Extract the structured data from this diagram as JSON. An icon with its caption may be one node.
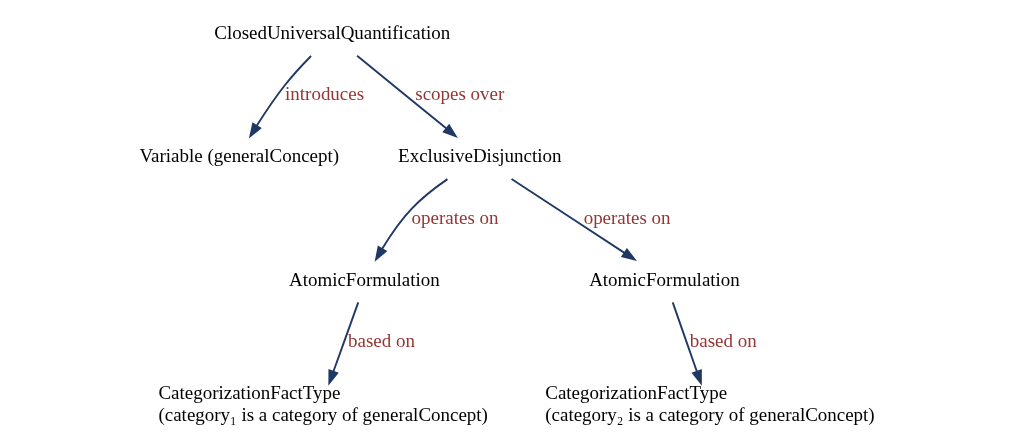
{
  "diagram": {
    "nodes": [
      {
        "text": [
          "ClosedUniversalQuantification"
        ]
      },
      {
        "text": [
          "Variable (generalConcept)"
        ]
      },
      {
        "text": [
          "ExclusiveDisjunction"
        ]
      },
      {
        "text": [
          "AtomicFormulation"
        ]
      },
      {
        "text": [
          "AtomicFormulation"
        ]
      },
      {
        "text": [
          "CategorizationFactType",
          "(category₁ is a category of generalConcept)"
        ]
      },
      {
        "text": [
          "CategorizationFactType",
          "(category₂ is a category of generalConcept)"
        ]
      }
    ],
    "edges": [
      {
        "from": 0,
        "to": 1,
        "arrow": "to",
        "label": "introduces"
      },
      {
        "from": 0,
        "to": 2,
        "arrow": "to",
        "label": "scopes over"
      },
      {
        "from": 2,
        "to": 3,
        "arrow": "to",
        "label": "operates on"
      },
      {
        "from": 2,
        "to": 4,
        "arrow": "to",
        "label": "operates on"
      },
      {
        "from": 3,
        "to": 5,
        "arrow": "to",
        "label": "based on"
      },
      {
        "from": 4,
        "to": 6,
        "arrow": "to",
        "label": "based on"
      }
    ]
  }
}
